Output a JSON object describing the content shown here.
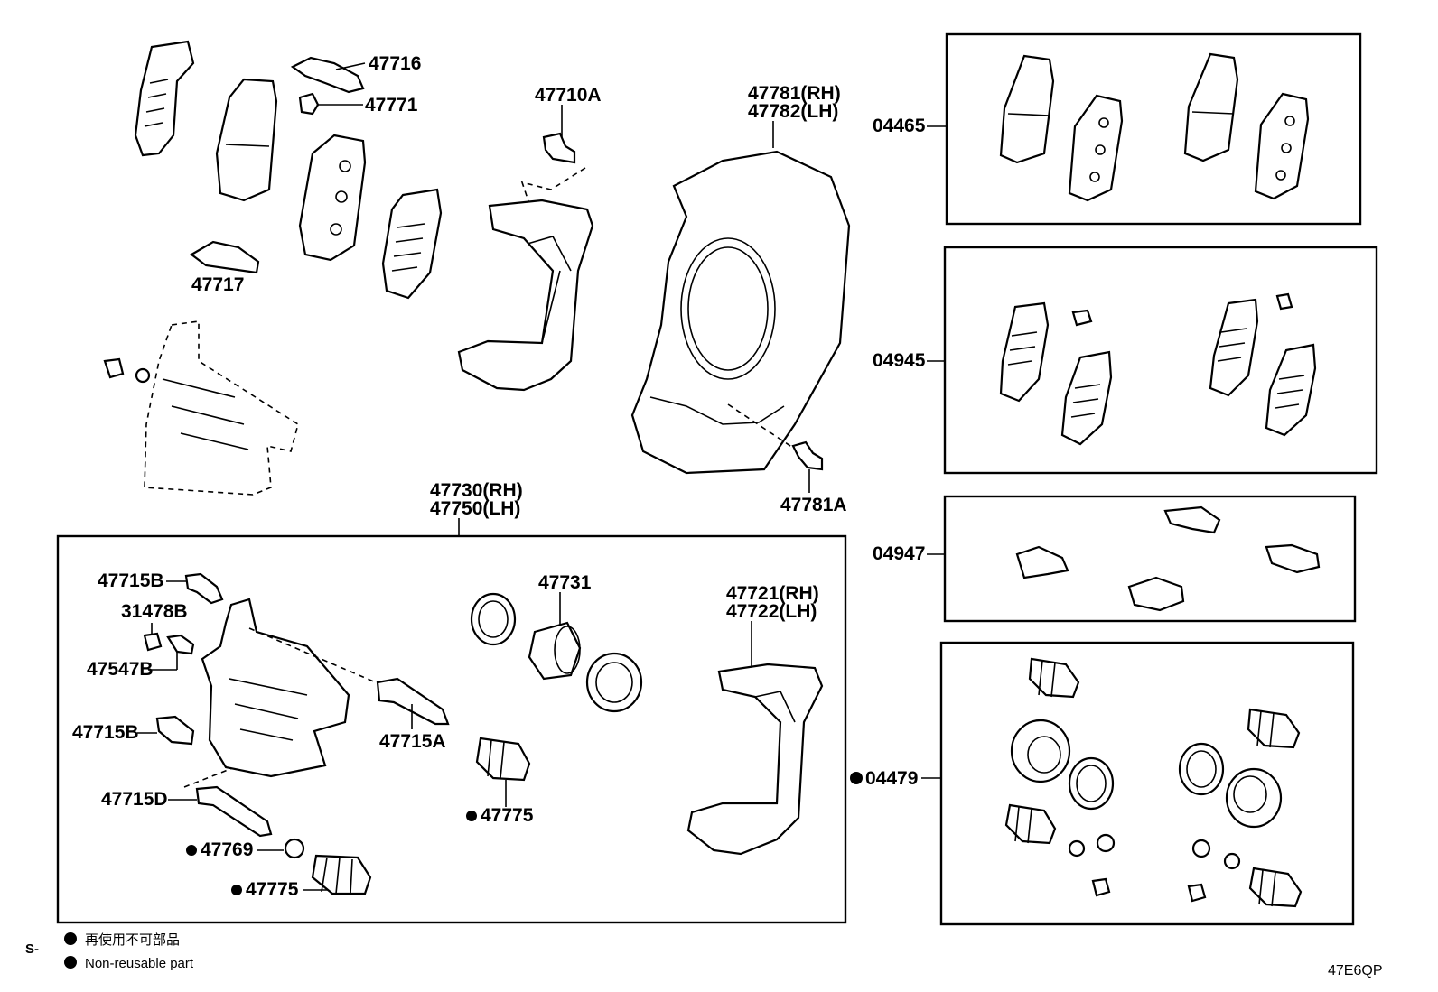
{
  "labels": {
    "p47716": "47716",
    "p47771": "47771",
    "p47717": "47717",
    "p47710A": "47710A",
    "p47781_rh": "47781(RH)",
    "p47782_lh": "47782(LH)",
    "p47781A": "47781A",
    "p47730_rh": "47730(RH)",
    "p47750_lh": "47750(LH)",
    "p47715B_top": "47715B",
    "p31478B": "31478B",
    "p47547B": "47547B",
    "p47715B_mid": "47715B",
    "p47715D": "47715D",
    "p47769": "47769",
    "p47775_bot": "47775",
    "p47731": "47731",
    "p47715A": "47715A",
    "p47775_mid": "47775",
    "p47721_rh": "47721(RH)",
    "p47722_lh": "47722(LH)",
    "p04465": "04465",
    "p04945": "04945",
    "p04947": "04947",
    "p04479": "04479"
  },
  "legend": {
    "prefix": "S-",
    "line_jp": "再使用不可部品",
    "line_en": "Non-reusable part"
  },
  "diagram_code": "47E6QP"
}
